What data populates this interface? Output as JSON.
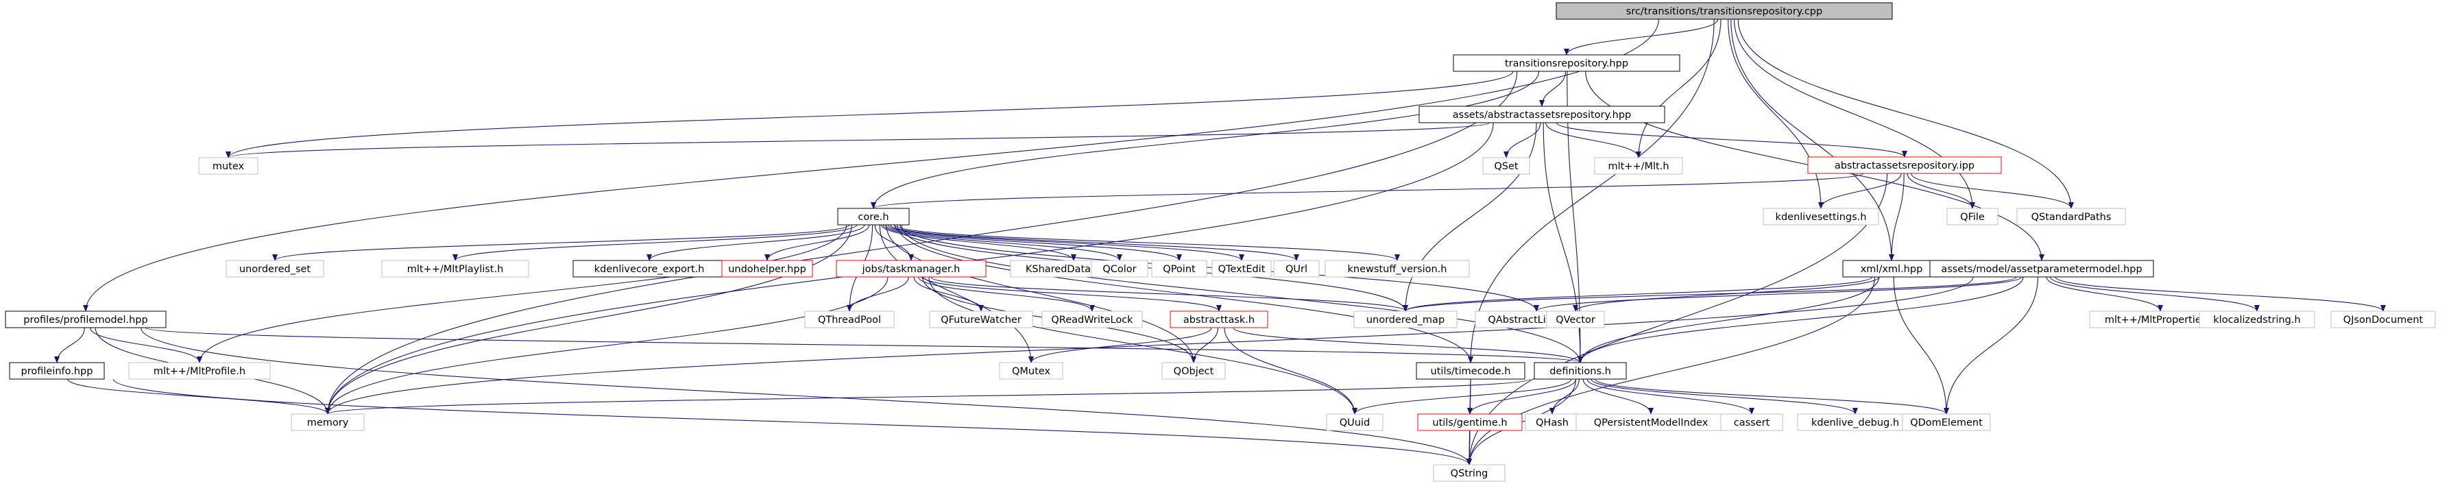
{
  "colors": {
    "edge": "#191970",
    "text": "#000000",
    "border_default": "#000000",
    "border_incomplete": "#ff0000",
    "border_external": "#bfbfbf",
    "fill_root": "#bfbfbf",
    "fill_default": "#ffffff"
  },
  "nodes": [
    {
      "id": "root",
      "label": "src/transitions/transitionsrepository.cpp",
      "style": "root"
    },
    {
      "id": "transitionsrepo",
      "label": "transitionsrepository.hpp",
      "style": "default"
    },
    {
      "id": "abstractassetsrepo",
      "label": "assets/abstractassetsrepository.hpp",
      "style": "default"
    },
    {
      "id": "abstractassetsipp",
      "label": "abstractassetsrepository.ipp",
      "style": "incomplete"
    },
    {
      "id": "mutex",
      "label": "mutex",
      "style": "external"
    },
    {
      "id": "qset",
      "label": "QSet",
      "style": "external"
    },
    {
      "id": "mltpp",
      "label": "mlt++/Mlt.h",
      "style": "external"
    },
    {
      "id": "kdenlivesettings",
      "label": "kdenlivesettings.h",
      "style": "external"
    },
    {
      "id": "qfile",
      "label": "QFile",
      "style": "external"
    },
    {
      "id": "qstandardpaths",
      "label": "QStandardPaths",
      "style": "external"
    },
    {
      "id": "coreh",
      "label": "core.h",
      "style": "default"
    },
    {
      "id": "unordered_set",
      "label": "unordered_set",
      "style": "external"
    },
    {
      "id": "mltplaylist",
      "label": "mlt++/MltPlaylist.h",
      "style": "external"
    },
    {
      "id": "kdenlivecore_export",
      "label": "kdenlivecore_export.h",
      "style": "default"
    },
    {
      "id": "undohelper",
      "label": "undohelper.hpp",
      "style": "incomplete"
    },
    {
      "id": "taskmanager",
      "label": "jobs/taskmanager.h",
      "style": "incomplete"
    },
    {
      "id": "kshareddatacache",
      "label": "KSharedDataCache",
      "style": "external"
    },
    {
      "id": "qcolor",
      "label": "QColor",
      "style": "external"
    },
    {
      "id": "qpoint",
      "label": "QPoint",
      "style": "external"
    },
    {
      "id": "qtextedit",
      "label": "QTextEdit",
      "style": "external"
    },
    {
      "id": "qurl",
      "label": "QUrl",
      "style": "external"
    },
    {
      "id": "knewstuff",
      "label": "knewstuff_version.h",
      "style": "external"
    },
    {
      "id": "xmlhpp",
      "label": "xml/xml.hpp",
      "style": "default"
    },
    {
      "id": "assetparammodel",
      "label": "assets/model/assetparametermodel.hpp",
      "style": "default"
    },
    {
      "id": "profilemodel",
      "label": "profiles/profilemodel.hpp",
      "style": "default"
    },
    {
      "id": "profileinfo",
      "label": "profileinfo.hpp",
      "style": "default"
    },
    {
      "id": "mltprofile",
      "label": "mlt++/MltProfile.h",
      "style": "external"
    },
    {
      "id": "memory",
      "label": "memory",
      "style": "external"
    },
    {
      "id": "qthreadpool",
      "label": "QThreadPool",
      "style": "external"
    },
    {
      "id": "qfuturewatcher",
      "label": "QFutureWatcher",
      "style": "external"
    },
    {
      "id": "qreadwritelock",
      "label": "QReadWriteLock",
      "style": "external"
    },
    {
      "id": "abstracttask",
      "label": "abstracttask.h",
      "style": "incomplete"
    },
    {
      "id": "qmutex",
      "label": "QMutex",
      "style": "external"
    },
    {
      "id": "qobject",
      "label": "QObject",
      "style": "external"
    },
    {
      "id": "unordered_map",
      "label": "unordered_map",
      "style": "external"
    },
    {
      "id": "qabstractlistmodel",
      "label": "QAbstractListModel",
      "style": "external"
    },
    {
      "id": "qvector",
      "label": "QVector",
      "style": "external"
    },
    {
      "id": "mltproperties",
      "label": "mlt++/MltProperties.h",
      "style": "external"
    },
    {
      "id": "klocalizedstring",
      "label": "klocalizedstring.h",
      "style": "external"
    },
    {
      "id": "qjsondocument",
      "label": "QJsonDocument",
      "style": "external"
    },
    {
      "id": "timecode",
      "label": "utils/timecode.h",
      "style": "default"
    },
    {
      "id": "definitions",
      "label": "definitions.h",
      "style": "default"
    },
    {
      "id": "quuid",
      "label": "QUuid",
      "style": "external"
    },
    {
      "id": "gentime",
      "label": "utils/gentime.h",
      "style": "incomplete"
    },
    {
      "id": "qhash",
      "label": "QHash",
      "style": "external"
    },
    {
      "id": "qpersistentmodelindex",
      "label": "QPersistentModelIndex",
      "style": "external"
    },
    {
      "id": "cassert",
      "label": "cassert",
      "style": "external"
    },
    {
      "id": "kdenlive_debug",
      "label": "kdenlive_debug.h",
      "style": "external"
    },
    {
      "id": "qdomelement",
      "label": "QDomElement",
      "style": "external"
    },
    {
      "id": "qstring",
      "label": "QString",
      "style": "external"
    }
  ],
  "edges": [
    [
      "root",
      "transitionsrepo"
    ],
    [
      "root",
      "profilemodel"
    ],
    [
      "root",
      "mltpp"
    ],
    [
      "root",
      "kdenlivesettings"
    ],
    [
      "root",
      "qfile"
    ],
    [
      "root",
      "qstandardpaths"
    ],
    [
      "root",
      "xmlhpp"
    ],
    [
      "root",
      "timecode"
    ],
    [
      "transitionsrepo",
      "abstractassetsrepo"
    ],
    [
      "transitionsrepo",
      "mutex"
    ],
    [
      "transitionsrepo",
      "memory"
    ],
    [
      "transitionsrepo",
      "coreh"
    ],
    [
      "transitionsrepo",
      "definitions"
    ],
    [
      "transitionsrepo",
      "assetparammodel"
    ],
    [
      "abstractassetsrepo",
      "mutex"
    ],
    [
      "abstractassetsrepo",
      "qset"
    ],
    [
      "abstractassetsrepo",
      "mltpp"
    ],
    [
      "abstractassetsrepo",
      "abstractassetsipp"
    ],
    [
      "abstractassetsrepo",
      "memory"
    ],
    [
      "abstractassetsrepo",
      "unordered_map"
    ],
    [
      "abstractassetsrepo",
      "definitions"
    ],
    [
      "abstractassetsipp",
      "coreh"
    ],
    [
      "abstractassetsipp",
      "kdenlivesettings"
    ],
    [
      "abstractassetsipp",
      "qfile"
    ],
    [
      "abstractassetsipp",
      "qstandardpaths"
    ],
    [
      "abstractassetsipp",
      "xmlhpp"
    ],
    [
      "abstractassetsipp",
      "qstring"
    ],
    [
      "coreh",
      "unordered_set"
    ],
    [
      "coreh",
      "mltplaylist"
    ],
    [
      "coreh",
      "kdenlivecore_export"
    ],
    [
      "coreh",
      "undohelper"
    ],
    [
      "coreh",
      "taskmanager"
    ],
    [
      "coreh",
      "kshareddatacache"
    ],
    [
      "coreh",
      "qcolor"
    ],
    [
      "coreh",
      "qpoint"
    ],
    [
      "coreh",
      "qtextedit"
    ],
    [
      "coreh",
      "qurl"
    ],
    [
      "coreh",
      "knewstuff"
    ],
    [
      "coreh",
      "memory"
    ],
    [
      "coreh",
      "mltprofile"
    ],
    [
      "coreh",
      "qthreadpool"
    ],
    [
      "coreh",
      "qmutex"
    ],
    [
      "coreh",
      "qobject"
    ],
    [
      "coreh",
      "definitions"
    ],
    [
      "coreh",
      "timecode"
    ],
    [
      "coreh",
      "unordered_map"
    ],
    [
      "coreh",
      "qabstractlistmodel"
    ],
    [
      "taskmanager",
      "qthreadpool"
    ],
    [
      "taskmanager",
      "qfuturewatcher"
    ],
    [
      "taskmanager",
      "qreadwritelock"
    ],
    [
      "taskmanager",
      "abstracttask"
    ],
    [
      "taskmanager",
      "qobject"
    ],
    [
      "taskmanager",
      "memory"
    ],
    [
      "taskmanager",
      "unordered_map"
    ],
    [
      "taskmanager",
      "quuid"
    ],
    [
      "abstracttask",
      "qmutex"
    ],
    [
      "abstracttask",
      "qobject"
    ],
    [
      "abstracttask",
      "quuid"
    ],
    [
      "abstracttask",
      "definitions"
    ],
    [
      "xmlhpp",
      "unordered_map"
    ],
    [
      "xmlhpp",
      "qvector"
    ],
    [
      "xmlhpp",
      "qdomelement"
    ],
    [
      "xmlhpp",
      "qstring"
    ],
    [
      "xmlhpp",
      "definitions"
    ],
    [
      "assetparammodel",
      "qabstractlistmodel"
    ],
    [
      "assetparammodel",
      "unordered_map"
    ],
    [
      "assetparammodel",
      "mltproperties"
    ],
    [
      "assetparammodel",
      "klocalizedstring"
    ],
    [
      "assetparammodel",
      "qjsondocument"
    ],
    [
      "assetparammodel",
      "qdomelement"
    ],
    [
      "assetparammodel",
      "definitions"
    ],
    [
      "assetparammodel",
      "memory"
    ],
    [
      "profilemodel",
      "profileinfo"
    ],
    [
      "profilemodel",
      "mltprofile"
    ],
    [
      "profilemodel",
      "memory"
    ],
    [
      "profilemodel",
      "qstring"
    ],
    [
      "profilemodel",
      "definitions"
    ],
    [
      "profileinfo",
      "memory"
    ],
    [
      "profileinfo",
      "qstring"
    ],
    [
      "timecode",
      "gentime"
    ],
    [
      "timecode",
      "qstring"
    ],
    [
      "definitions",
      "memory"
    ],
    [
      "definitions",
      "quuid"
    ],
    [
      "definitions",
      "gentime"
    ],
    [
      "definitions",
      "qhash"
    ],
    [
      "definitions",
      "qpersistentmodelindex"
    ],
    [
      "definitions",
      "cassert"
    ],
    [
      "definitions",
      "kdenlive_debug"
    ],
    [
      "definitions",
      "qdomelement"
    ],
    [
      "definitions",
      "qstring"
    ],
    [
      "gentime",
      "qstring"
    ]
  ]
}
